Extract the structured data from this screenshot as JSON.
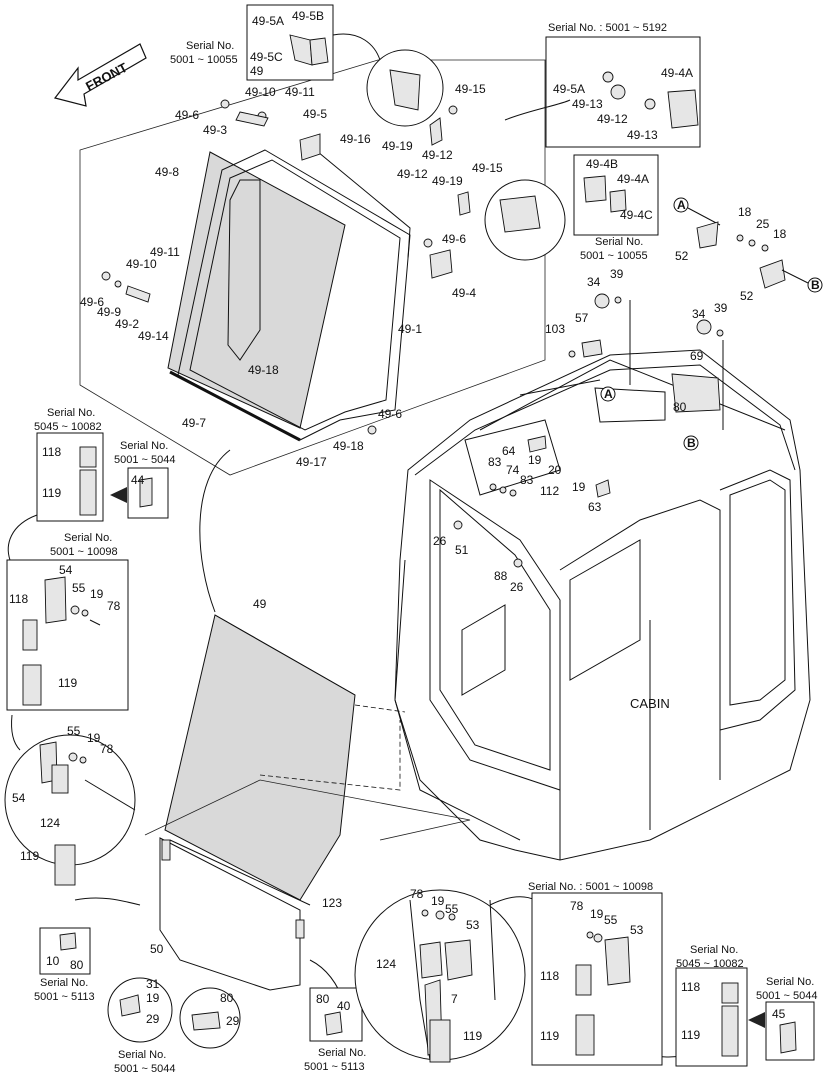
{
  "front_label": "FRONT",
  "cabin_label": "CABIN",
  "serials": {
    "top_mid": [
      "Serial No.",
      "5001 ~ 10055"
    ],
    "top_right": "Serial No. : 5001 ~ 5192",
    "mid_right": [
      "Serial No.",
      "5001 ~ 10055"
    ],
    "left_1": [
      "Serial No.",
      "5045 ~ 10082"
    ],
    "left_2": [
      "Serial No.",
      "5001 ~ 5044"
    ],
    "left_3": [
      "Serial No.",
      "5001 ~ 10098"
    ],
    "bottom_mid": "Serial No. : 5001 ~ 10098",
    "bottom_r1": [
      "Serial No.",
      "5045 ~ 10082"
    ],
    "bottom_r2": [
      "Serial No.",
      "5001 ~ 5044"
    ],
    "bottom_l1": [
      "Serial No.",
      "5001 ~ 5113"
    ],
    "bottom_l2": [
      "Serial No.",
      "5001 ~ 5044"
    ],
    "bottom_c": [
      "Serial No.",
      "5001 ~ 5113"
    ]
  },
  "labels": {
    "p49_5A_top": "49-5A",
    "p49_5B_top": "49-5B",
    "p49_5C_top": "49-5C",
    "p49_top": "49",
    "p49_15a": "49-15",
    "p49_19a": "49-19",
    "p49_12a": "49-12",
    "p49_10": "49-10",
    "p49_11": "49-11",
    "p49_6a": "49-6",
    "p49_3": "49-3",
    "p49_5": "49-5",
    "p49_16": "49-16",
    "p49_8": "49-8",
    "p49_12b": "49-12",
    "p49_19b": "49-19",
    "p49_15b": "49-15",
    "p49_6b": "49-6",
    "p49_4": "49-4",
    "p49_11b": "49-11",
    "p49_10b": "49-10",
    "p49_6c": "49-6",
    "p49_9": "49-9",
    "p49_2": "49-2",
    "p49_14": "49-14",
    "p49_1": "49-1",
    "p49_18a": "49-18",
    "p49_7": "49-7",
    "p49_6d": "49-6",
    "p49_18b": "49-18",
    "p49_17": "49-17",
    "tr_49_5A": "49-5A",
    "tr_49_13a": "49-13",
    "tr_49_4A": "49-4A",
    "tr_49_12": "49-12",
    "tr_49_13b": "49-13",
    "mr_49_4B": "49-4B",
    "mr_49_4A": "49-4A",
    "mr_49_4C": "49-4C",
    "A1": "A",
    "B1": "B",
    "A2": "A",
    "B2": "B",
    "p18a": "18",
    "p25": "25",
    "p18b": "18",
    "p52a": "52",
    "p52b": "52",
    "p34a": "34",
    "p39a": "39",
    "p57": "57",
    "p103": "103",
    "p34b": "34",
    "p39b": "39",
    "p69": "69",
    "p80a": "80",
    "p64": "64",
    "p19a": "19",
    "p20": "20",
    "p83a": "83",
    "p74": "74",
    "p83b": "83",
    "p19b": "19",
    "p112": "112",
    "p63": "63",
    "p26a": "26",
    "p51": "51",
    "p88": "88",
    "p26b": "26",
    "l_118a": "118",
    "l_119a": "119",
    "l_44": "44",
    "l_54a": "54",
    "l_55a": "55",
    "l_19a": "19",
    "l_78a": "78",
    "l_118b": "118",
    "l_119b": "119",
    "l_55b": "55",
    "l_19b": "19",
    "l_78b": "78",
    "l_54b": "54",
    "l_124": "124",
    "l_119c": "119",
    "p49_main": "49",
    "p123": "123",
    "p50": "50",
    "b_10": "10",
    "b_80a": "80",
    "b_31": "31",
    "b_19": "19",
    "b_29a": "29",
    "b_80b": "80",
    "b_29b": "29",
    "b_80c": "80",
    "b_40": "40",
    "bc_78": "78",
    "bc_19": "19",
    "bc_55": "55",
    "bc_53": "53",
    "bc_124": "124",
    "bc_7": "7",
    "bc_119": "119",
    "br_78": "78",
    "br_19": "19",
    "br_55": "55",
    "br_53": "53",
    "br_118": "118",
    "br_119": "119",
    "br2_118": "118",
    "br2_119": "119",
    "br3_45": "45"
  }
}
